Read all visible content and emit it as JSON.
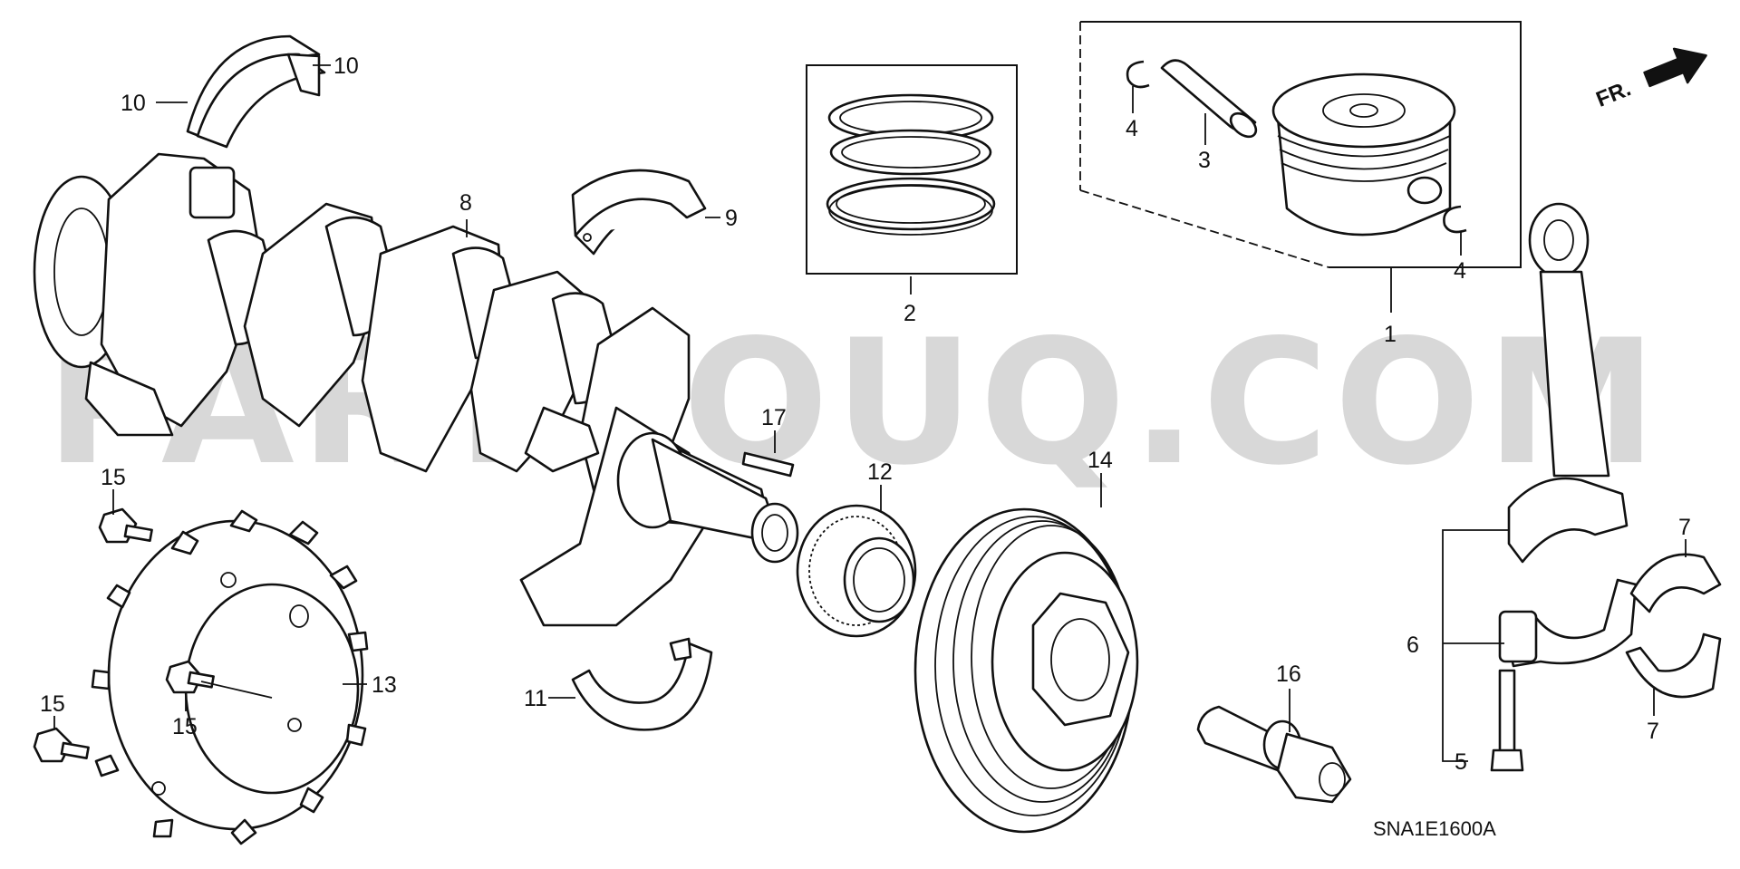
{
  "watermark": "PARTSOUQ.COM",
  "direction_marker": "FR.",
  "diagram_code": "SNA1E1600A",
  "callouts": {
    "c10a": "10",
    "c10b": "10",
    "c8": "8",
    "c9": "9",
    "c2": "2",
    "c4a": "4",
    "c3": "3",
    "c4b": "4",
    "c1": "1",
    "c17": "17",
    "c12": "12",
    "c14": "14",
    "c15a": "15",
    "c15b": "15",
    "c15c": "15",
    "c13": "13",
    "c11": "11",
    "c16": "16",
    "c7a": "7",
    "c7b": "7",
    "c6": "6",
    "c5": "5"
  }
}
